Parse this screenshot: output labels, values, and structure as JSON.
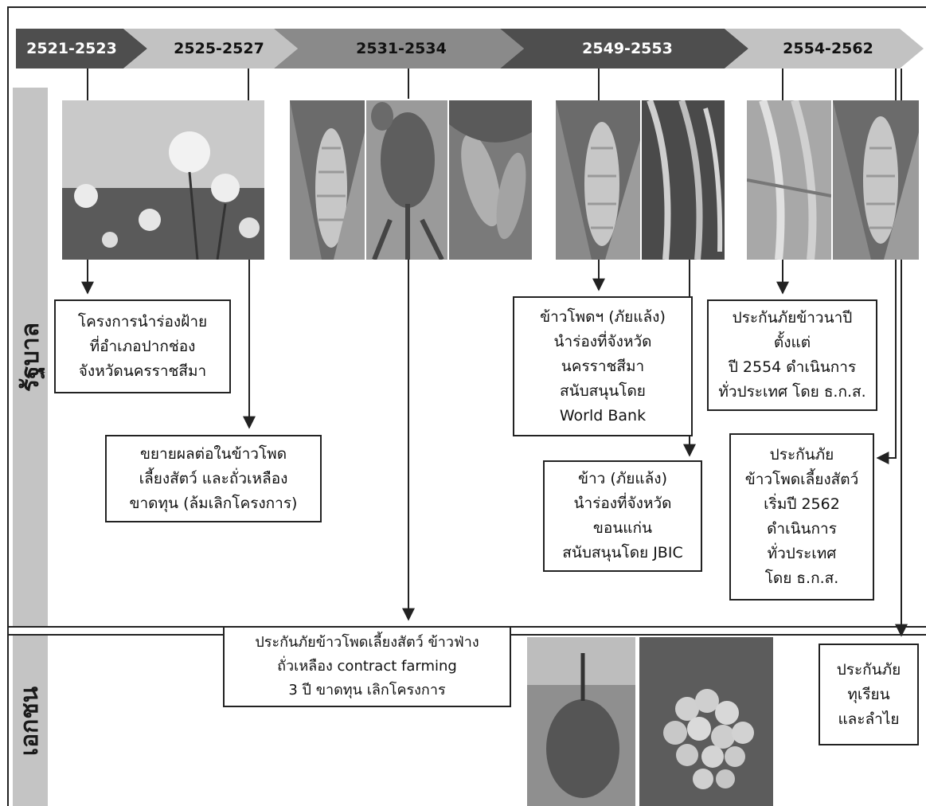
{
  "timeline": {
    "periods": [
      {
        "label": "2521-2523",
        "tone": "dark"
      },
      {
        "label": "2525-2527",
        "tone": "light"
      },
      {
        "label": "2531-2534",
        "tone": "mid"
      },
      {
        "label": "2549-2553",
        "tone": "dark"
      },
      {
        "label": "2554-2562",
        "tone": "light"
      }
    ]
  },
  "sections": {
    "government": "รัฐบาล",
    "private": "เอกชน"
  },
  "boxes": {
    "cotton_pilot": [
      "โครงการนำร่องฝ้าย",
      "ที่อำเภอปากช่อง",
      "จังหวัดนครราชสีมา"
    ],
    "extension": [
      "ขยายผลต่อในข้าวโพด",
      "เลี้ยงสัตว์ และถั่วเหลือง",
      "ขาดทุน (ล้มเลิกโครงการ)"
    ],
    "corn_drought": [
      "ข้าวโพดฯ (ภัยแล้ง)",
      "นำร่องที่จังหวัด",
      "นครราชสีมา",
      "สนับสนุนโดย",
      "World Bank"
    ],
    "rice_drought": [
      "ข้าว (ภัยแล้ง)",
      "นำร่องที่จังหวัด",
      "ขอนแก่น",
      "สนับสนุนโดย JBIC"
    ],
    "rice_insurance": [
      "ประกันภัยข้าวนาปี",
      "ตั้งแต่",
      "ปี 2554 ดำเนินการ",
      "ทั่วประเทศ โดย ธ.ก.ส."
    ],
    "corn_insurance": [
      "ประกันภัย",
      "ข้าวโพดเลี้ยงสัตว์",
      "เริ่มปี 2562",
      "ดำเนินการ",
      "ทั่วประเทศ",
      "โดย ธ.ก.ส."
    ],
    "private_crops": [
      "ประกันภัยข้าวโพดเลี้ยงสัตว์ ข้าวฟ่าง",
      "ถั่วเหลือง contract farming",
      "3 ปี ขาดทุน เลิกโครงการ"
    ],
    "durian_longan": [
      "ประกันภัย",
      "ทุเรียน",
      "และลำไย"
    ]
  },
  "photos": [
    "cotton",
    "corn",
    "sorghum",
    "soybean",
    "corn",
    "rice",
    "rice",
    "corn",
    "durian",
    "longan"
  ],
  "colors": {
    "dark": "#4e4e4e",
    "mid": "#8a8a8a",
    "light": "#c2c2c2",
    "sidebar": "#c4c4c4",
    "line": "#222222"
  }
}
